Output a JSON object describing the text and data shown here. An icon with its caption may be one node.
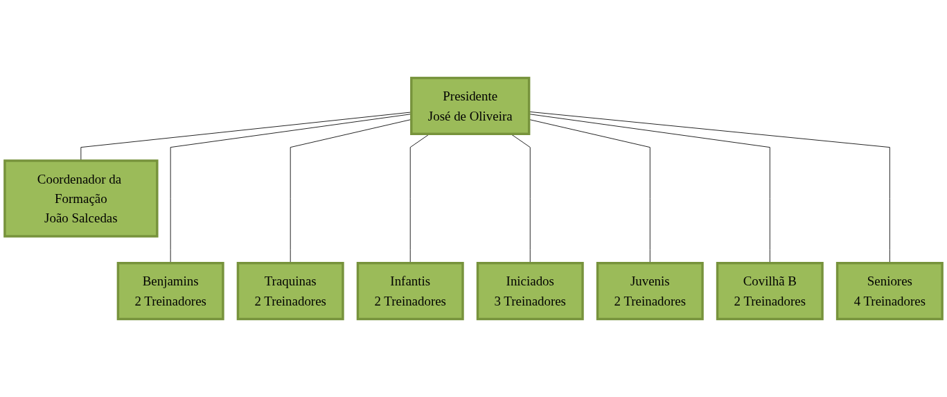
{
  "diagram": {
    "nodes": [
      {
        "text": [
          "Presidente",
          "José de Oliveira"
        ]
      },
      {
        "text": [
          "Coordenador da Formação",
          "João Salcedas"
        ]
      },
      {
        "text": [
          "Benjamins",
          "2 Treinadores"
        ]
      },
      {
        "text": [
          "Traquinas",
          "2 Treinadores"
        ]
      },
      {
        "text": [
          "Infantis",
          "2 Treinadores"
        ]
      },
      {
        "text": [
          "Iniciados",
          "3 Treinadores"
        ]
      },
      {
        "text": [
          "Juvenis",
          "2 Treinadores"
        ]
      },
      {
        "text": [
          "Covilhã B",
          "2 Treinadores"
        ]
      },
      {
        "text": [
          "Seniores",
          "4 Treinadores"
        ]
      }
    ],
    "edges": [
      {
        "from": 0,
        "to": 1,
        "arrow": "none"
      },
      {
        "from": 0,
        "to": 2,
        "arrow": "none"
      },
      {
        "from": 0,
        "to": 3,
        "arrow": "none"
      },
      {
        "from": 0,
        "to": 4,
        "arrow": "none"
      },
      {
        "from": 0,
        "to": 5,
        "arrow": "none"
      },
      {
        "from": 0,
        "to": 6,
        "arrow": "none"
      },
      {
        "from": 0,
        "to": 7,
        "arrow": "none"
      },
      {
        "from": 0,
        "to": 8,
        "arrow": "none"
      }
    ]
  }
}
